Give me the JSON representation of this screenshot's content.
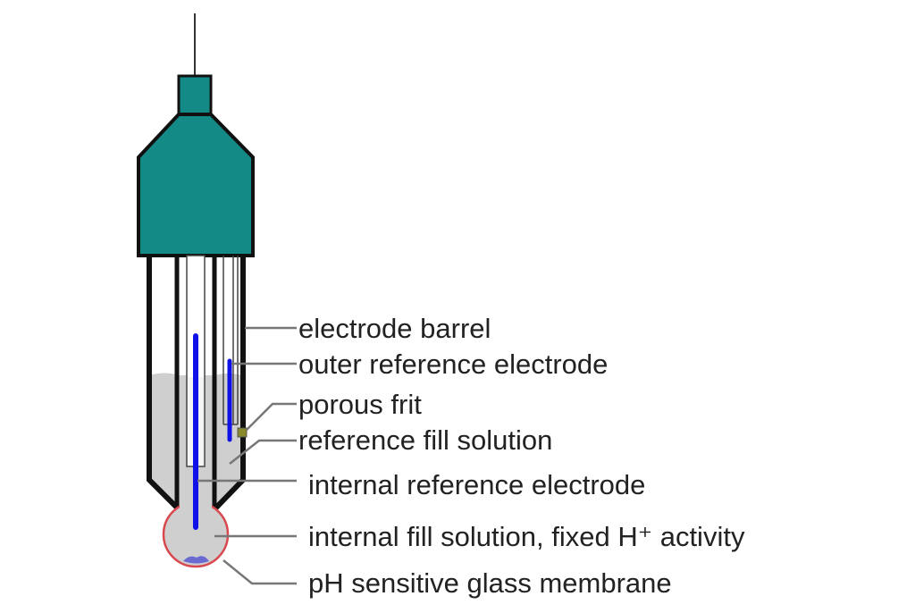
{
  "labels": {
    "electrode_barrel": "electrode barrel",
    "outer_reference_electrode": "outer reference electrode",
    "porous_frit": "porous frit",
    "reference_fill_solution": "reference fill solution",
    "internal_reference_electrode": "internal reference electrode",
    "internal_fill_solution": "internal fill solution, fixed H⁺ activity",
    "glass_membrane": "pH sensitive glass membrane"
  },
  "colors": {
    "cap": "#138a86",
    "electrode_wire": "#1010e8",
    "fill": "#cfcfcf",
    "membrane": "#d9484e",
    "frit": "#8a8a2a"
  }
}
